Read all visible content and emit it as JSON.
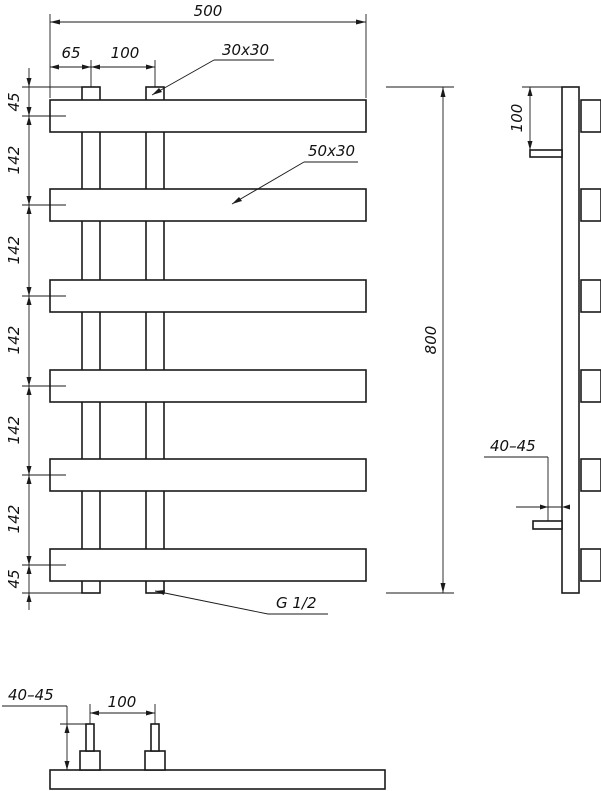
{
  "colors": {
    "line": "#1a1a1a",
    "background": "#ffffff"
  },
  "labels": {
    "total_width": "500",
    "offset_left": "65",
    "pipe_spacing": "100",
    "pipe_section": "30x30",
    "bar_section": "50x30",
    "top_margin": "45",
    "spacing_1": "142",
    "spacing_2": "142",
    "spacing_3": "142",
    "spacing_4": "142",
    "spacing_5": "142",
    "bottom_margin": "45",
    "total_height": "800",
    "connection_thread": "G 1/2",
    "side_top_distance": "100",
    "side_wall_gap": "40–45",
    "bottom_wall_gap": "40–45",
    "bottom_pipe_spacing": "100"
  }
}
